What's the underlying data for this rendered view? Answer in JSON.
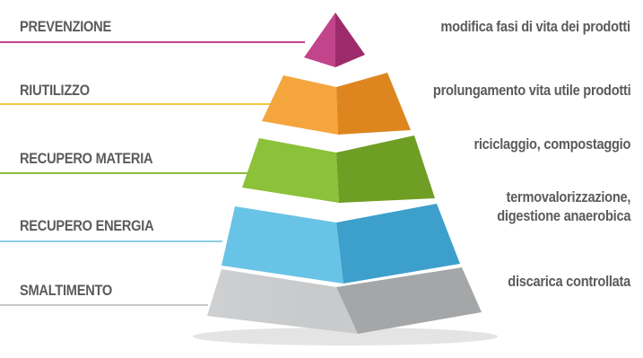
{
  "levels": [
    {
      "name": "PREVENZIONE",
      "description": [
        "modifica fasi di vita dei prodotti"
      ],
      "color": "#b8397f",
      "line_color": "#c2448a"
    },
    {
      "name": "RIUTILIZZO",
      "description": [
        "prolungamento vita utile prodotti"
      ],
      "color": "#ef9a32",
      "line_color": "#f5c842"
    },
    {
      "name": "RECUPERO MATERIA",
      "description": [
        "riciclaggio, compostaggio"
      ],
      "color": "#86b52f",
      "line_color": "#8cbd3a"
    },
    {
      "name": "RECUPERO ENERGIA",
      "description": [
        "termovalorizzazione,",
        "digestione anaerobica"
      ],
      "color": "#5fb9de",
      "line_color": "#8dcfe8"
    },
    {
      "name": "SMALTIMENTO",
      "description": [
        "discarica controllata"
      ],
      "color": "#c4c6c8",
      "line_color": "#c8cacc"
    }
  ]
}
